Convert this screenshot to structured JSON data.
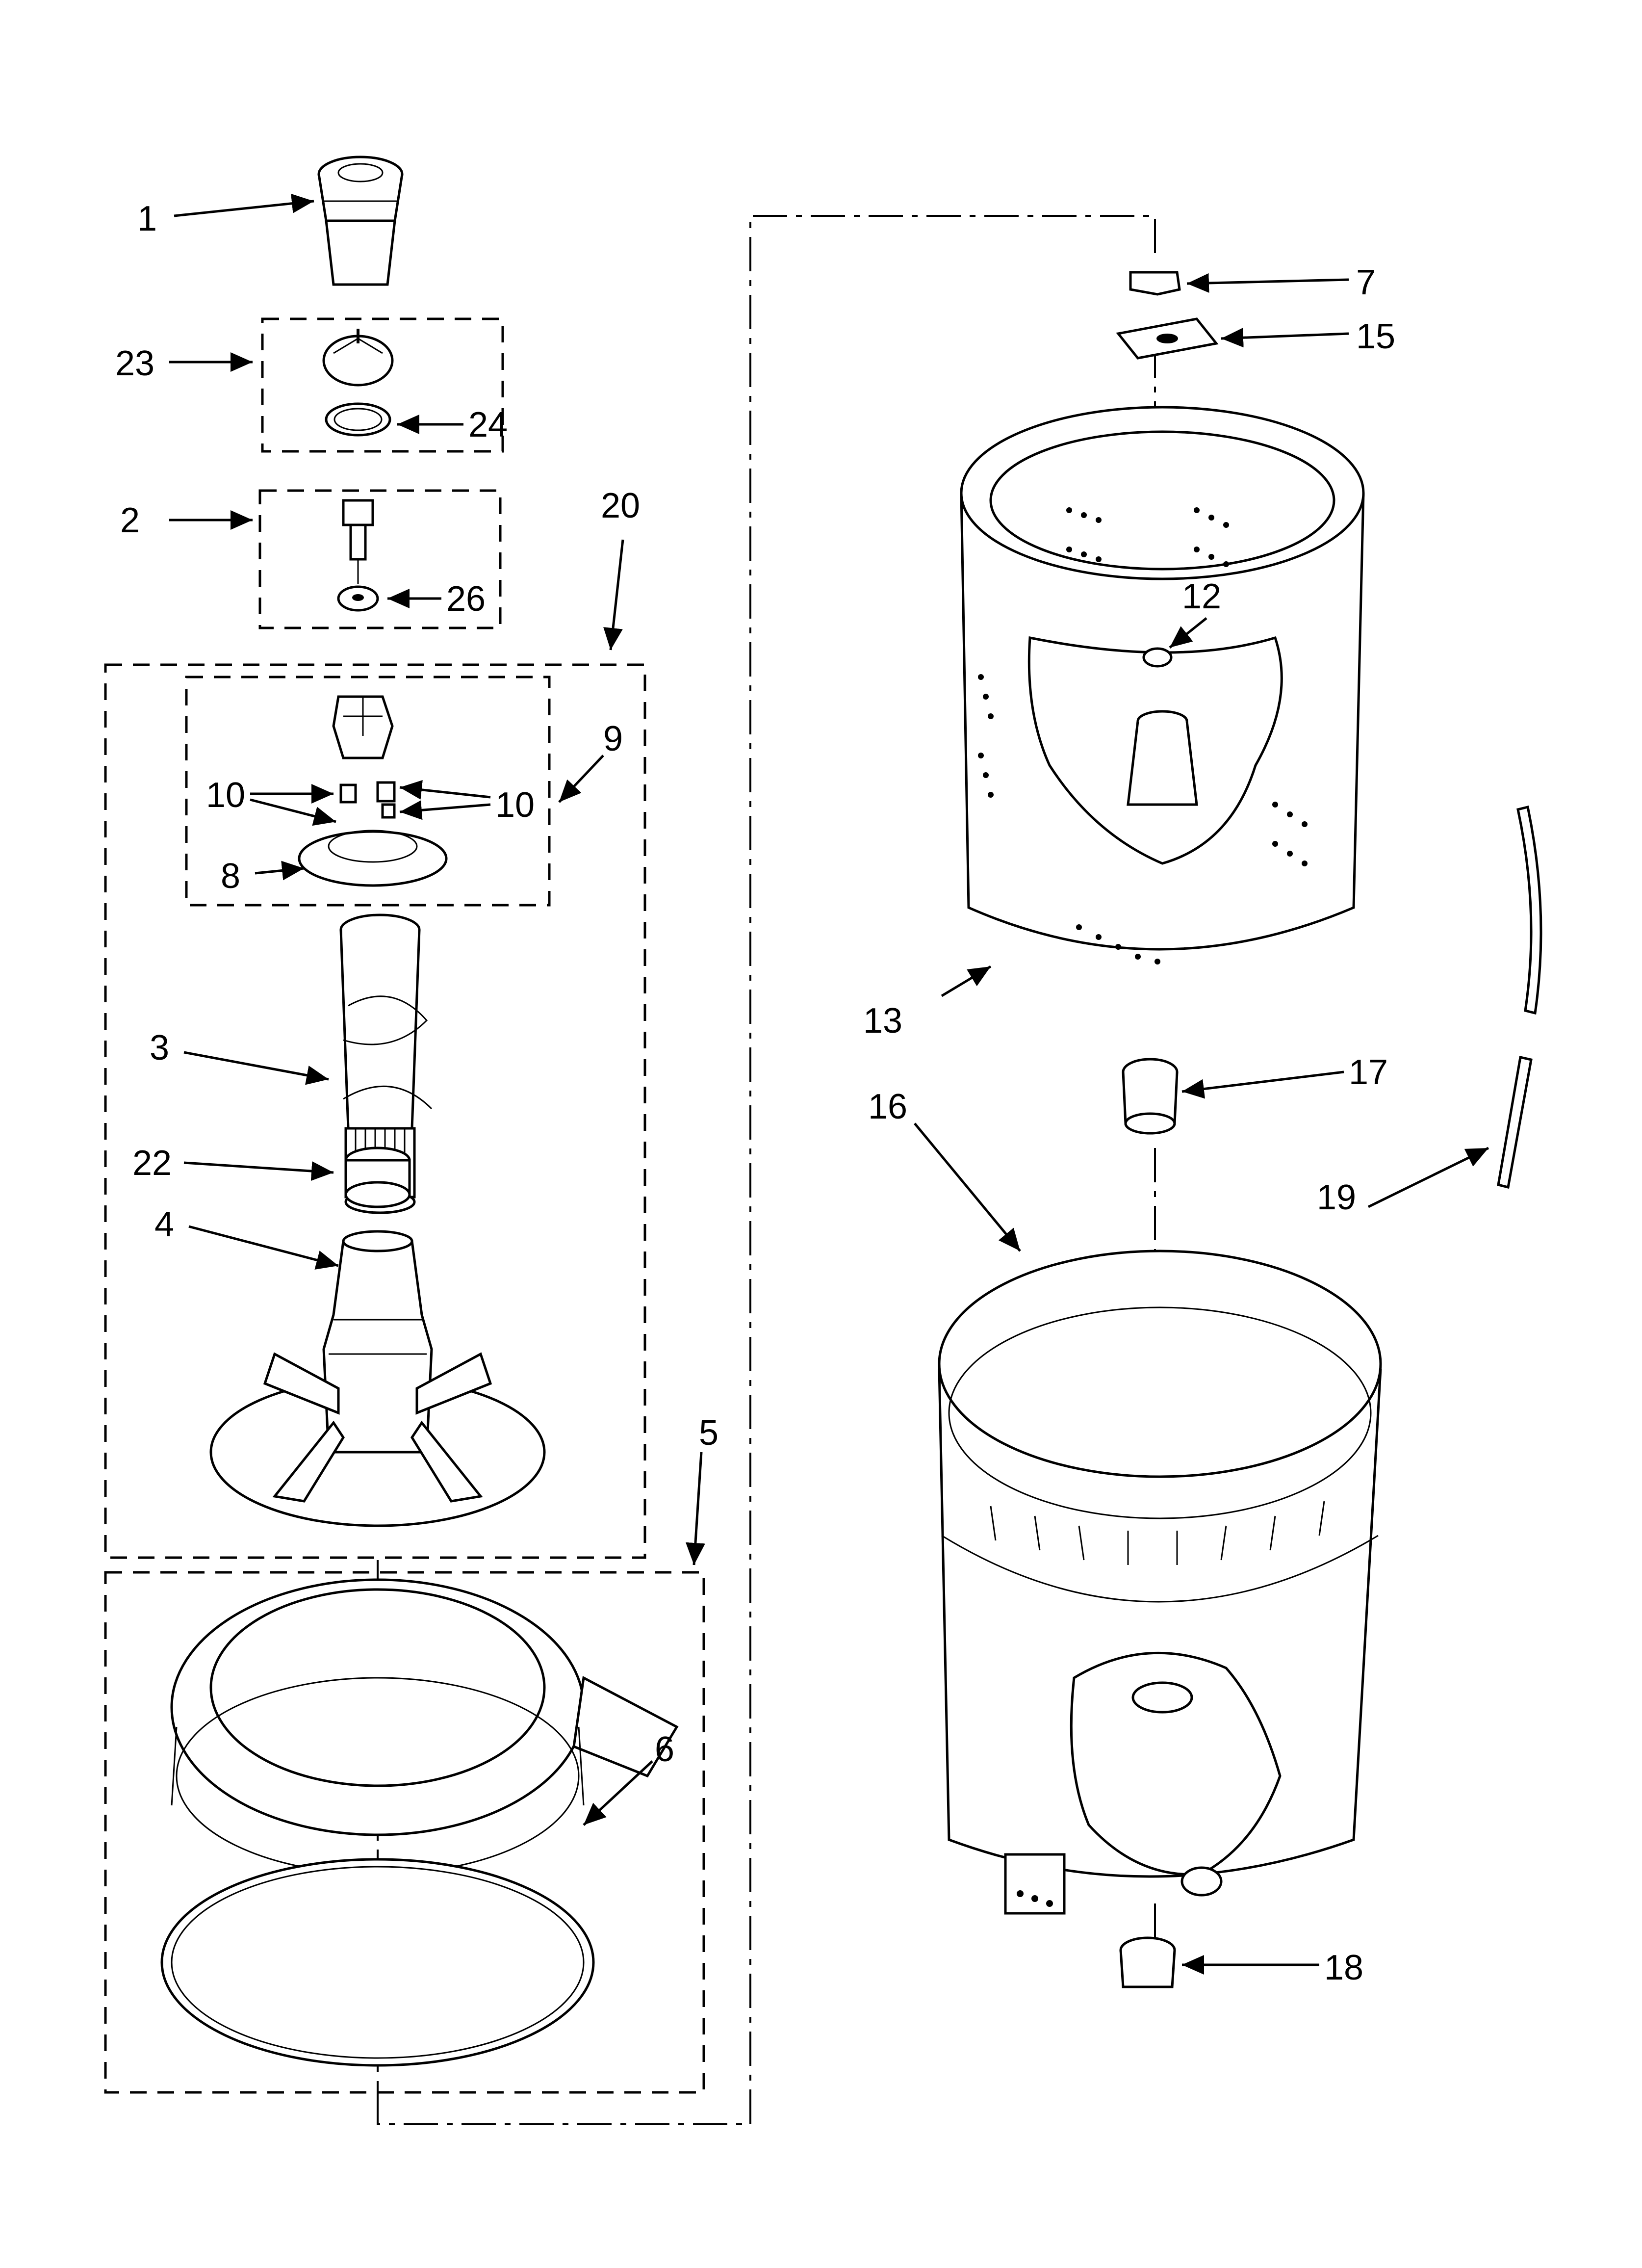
{
  "callouts": {
    "c1": "1",
    "c2": "2",
    "c3": "3",
    "c4": "4",
    "c5": "5",
    "c6": "6",
    "c7": "7",
    "c8": "8",
    "c9": "9",
    "c10a": "10",
    "c10b": "10",
    "c12": "12",
    "c13": "13",
    "c15": "15",
    "c16": "16",
    "c17": "17",
    "c18": "18",
    "c19": "19",
    "c20": "20",
    "c22": "22",
    "c23": "23",
    "c24": "24",
    "c26": "26"
  }
}
